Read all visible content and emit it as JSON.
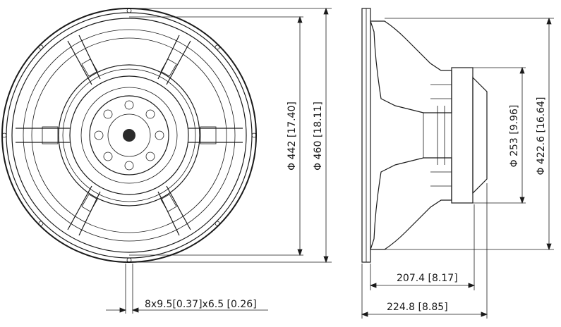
{
  "front_view": {
    "dim_outer_basket": {
      "symbol": "Φ",
      "mm": "442",
      "inch": "17.40"
    },
    "dim_outer_frame": {
      "symbol": "Φ",
      "mm": "460",
      "inch": "18.11"
    },
    "dim_mounting_holes": {
      "mm_text": "8x9.5[0.37]x6.5",
      "inch": "0.26"
    }
  },
  "side_view": {
    "dim_magnet": {
      "symbol": "Φ",
      "mm": "253",
      "inch": "9.96"
    },
    "dim_baffle_cutout": {
      "symbol": "Φ",
      "mm": "422.6",
      "inch": "16.64"
    },
    "dim_depth_a": {
      "mm": "207.4",
      "inch": "8.17"
    },
    "dim_depth_b": {
      "mm": "224.8",
      "inch": "8.85"
    }
  }
}
